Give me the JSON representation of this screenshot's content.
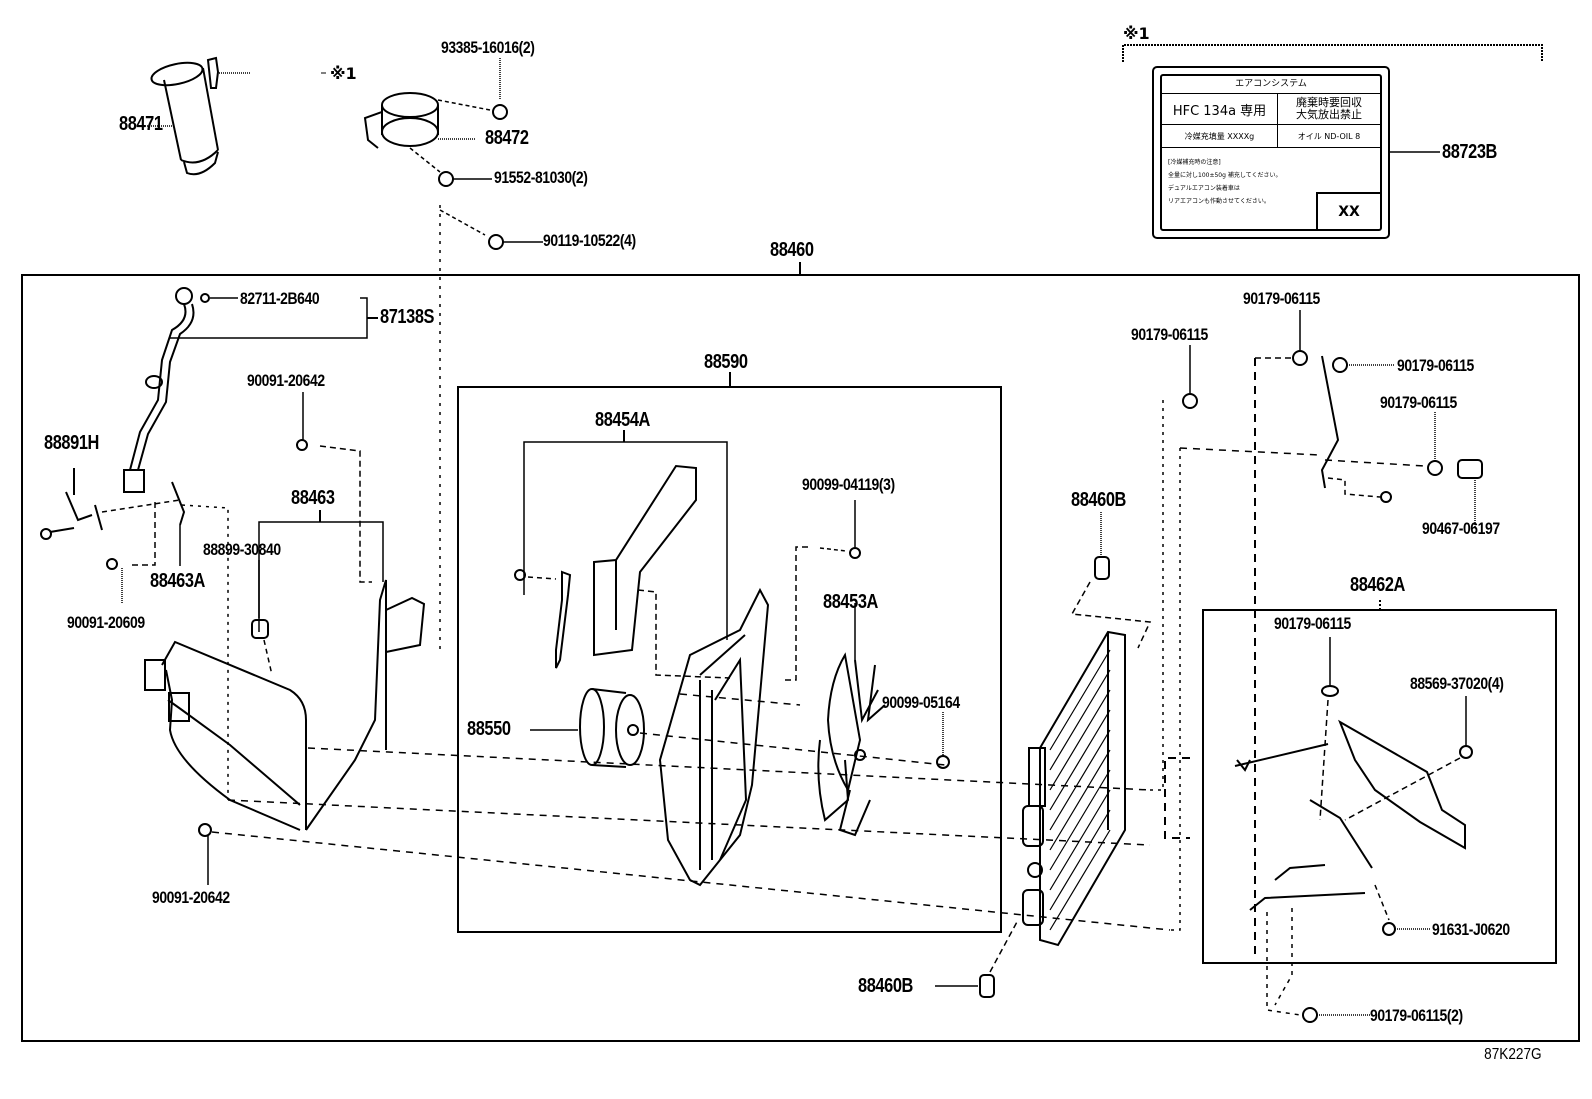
{
  "diagram": {
    "title_code": "87K227G",
    "note_marker": "※1",
    "assemblies": {
      "main_assembly": "88460",
      "fan_shroud_assembly": "88590",
      "fan_shroud_sub": "88454A",
      "bracket_assembly": "88463",
      "hose_assembly": "87138S",
      "seal_assembly": "88462A"
    },
    "parts": {
      "receiver_dryer": "88471",
      "dryer_bracket": "88472",
      "bolt_93385": "93385-16016(2)",
      "bolt_91552": "91552-81030(2)",
      "bolt_90119": "90119-10522(4)",
      "caution_label": "88723B",
      "pressure_switch": "82711-2B640",
      "harness_88891H": "88891H",
      "bolt_90091_20642_top": "90091-20642",
      "bolt_90091_20642_bottom": "90091-20642",
      "bracket_88463A": "88463A",
      "grommet_88899": "88899-30840",
      "bolt_90091_20609": "90091-20609",
      "fan_motor": "88550",
      "fan": "88453A",
      "screw_90099_04119": "90099-04119(3)",
      "nut_90099_05164": "90099-05164",
      "condenser_cushion_top": "88460B",
      "condenser_cushion_bottom": "88460B",
      "nut_90179_a": "90179-06115",
      "nut_90179_b": "90179-06115",
      "nut_90179_c": "90179-06115",
      "nut_90179_d": "90179-06115",
      "nut_90179_e": "90179-06115",
      "nut_90179_f": "90179-06115(2)",
      "clip_90467": "90467-06197",
      "clip_88569": "88569-37020(4)",
      "screw_91631": "91631-J0620"
    },
    "label_card": {
      "title": "エアコンシステム",
      "refrigerant": "HFC 134a  専用",
      "warning_line1": "廃棄時要回収",
      "warning_line2": "大気放出禁止",
      "charge": "冷媒充填量  XXXXg",
      "oil": "オイル  ND-OIL  8",
      "notes": [
        "[冷媒補充時の注意]",
        "全量に対し100±50g 補充してください。",
        "デュアルエアコン装着車は",
        "リアエアコンも作動させてください。"
      ],
      "box_value": "XX"
    }
  }
}
